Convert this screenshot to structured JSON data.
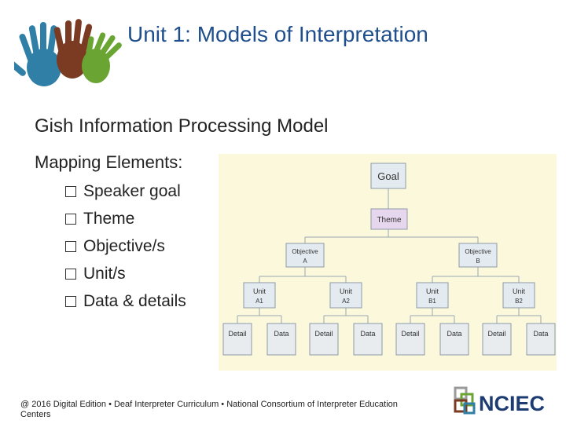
{
  "title": "Unit 1: Models of Interpretation",
  "subtitle": "Gish Information Processing Model",
  "mapping_heading": "Mapping Elements:",
  "bullets": [
    {
      "label": "Speaker goal"
    },
    {
      "label": "Theme"
    },
    {
      "label": "Objective/s"
    },
    {
      "label": "Unit/s"
    },
    {
      "label": "Data & details"
    }
  ],
  "diagram": {
    "goal": "Goal",
    "theme": "Theme",
    "objectives": [
      {
        "title": "Objective",
        "sub": "A"
      },
      {
        "title": "Objective",
        "sub": "B"
      }
    ],
    "units": [
      {
        "title": "Unit",
        "sub": "A1"
      },
      {
        "title": "Unit",
        "sub": "A2"
      },
      {
        "title": "Unit",
        "sub": "B1"
      },
      {
        "title": "Unit",
        "sub": "B2"
      }
    ],
    "leaves": [
      "Detail",
      "Data",
      "Detail",
      "Data",
      "Detail",
      "Data",
      "Detail",
      "Data"
    ]
  },
  "footer": "@ 2016 Digital Edition • Deaf Interpreter Curriculum • National Consortium of Interpreter Education Centers",
  "brand": "NCIEC",
  "colors": {
    "title": "#1f4e8c",
    "hand_blue": "#2f7fa6",
    "hand_brown": "#7a3b22",
    "hand_green": "#6aa534",
    "diagram_bg": "#fbf8dc",
    "theme_box": "#e6d6ee",
    "box": "#e3ebf1",
    "nciec_text": "#1d3d72"
  }
}
